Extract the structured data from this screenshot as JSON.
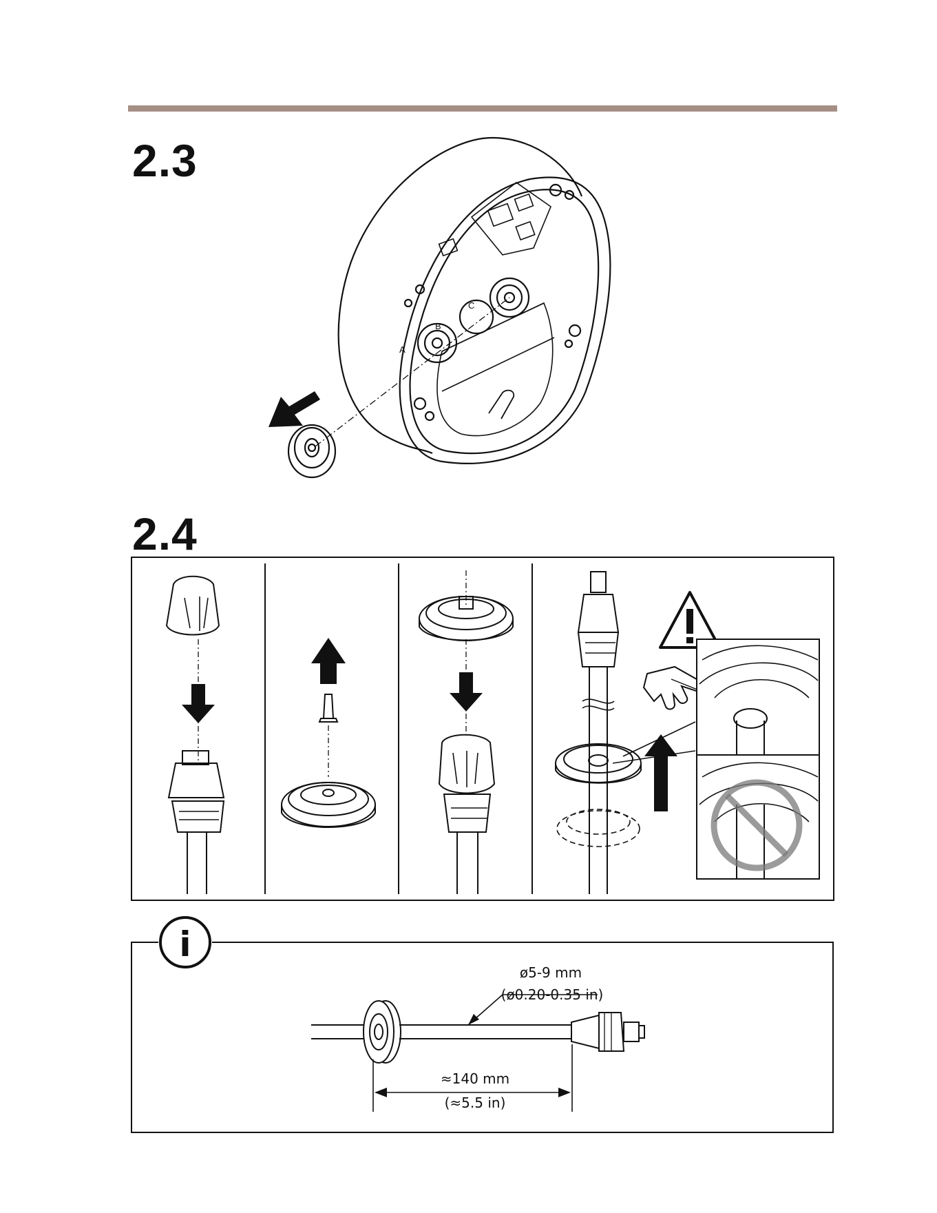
{
  "steps": [
    {
      "number": "2.3"
    },
    {
      "number": "2.4"
    }
  ],
  "accent_color": "#a58e84",
  "info_panel": {
    "icon": "info-icon",
    "info_glyph": "i",
    "cable_diameter_metric": "ø5-9 mm",
    "cable_diameter_imperial": "(ø0.20-0.35 in)",
    "strip_length_metric": "≈140 mm",
    "strip_length_imperial": "(≈5.5 in)"
  },
  "step_2_4_panels": [
    {
      "icon": "rj45-boot-down-icon"
    },
    {
      "icon": "plug-removal-up-icon"
    },
    {
      "icon": "gasket-onto-connector-icon"
    },
    {
      "icon": "gasket-seating-warning-icon"
    }
  ],
  "warning_icon": "warning-triangle-icon",
  "prohibited_icon": "prohibited-circle-icon",
  "box_port_labels": [
    "A",
    "B",
    "C"
  ]
}
